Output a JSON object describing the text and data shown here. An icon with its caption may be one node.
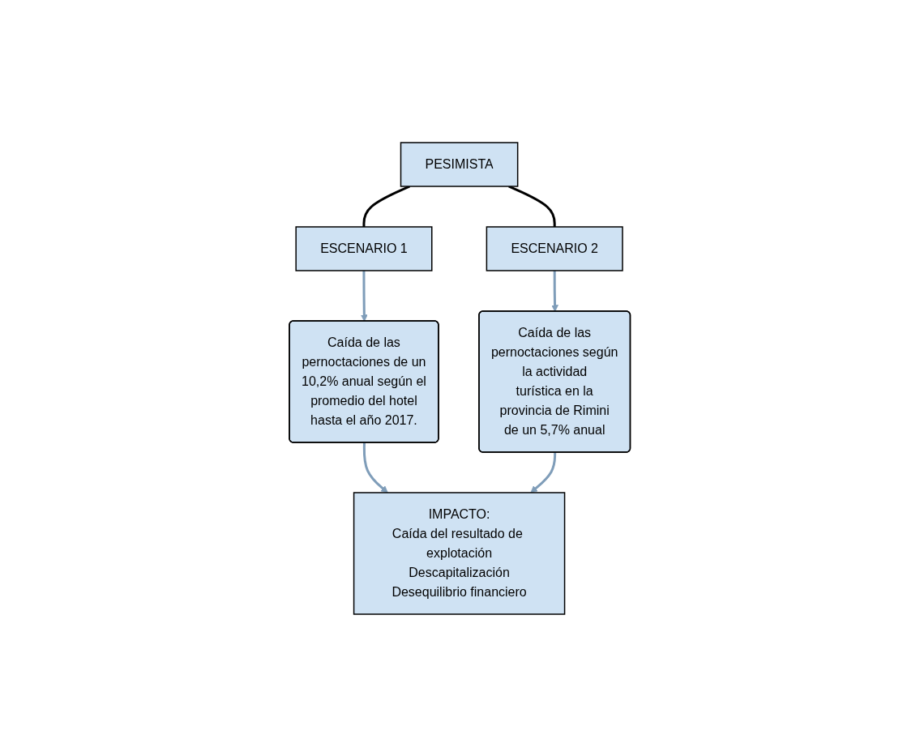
{
  "diagram": {
    "nodes": [
      {
        "text": [
          "PESIMISTA"
        ]
      },
      {
        "text": [
          "ESCENARIO 1"
        ]
      },
      {
        "text": [
          "ESCENARIO 2"
        ]
      },
      {
        "text": [
          "Caída de las pernoctaciones de un 10,2% anual según el promedio del hotel hasta el año 2017."
        ]
      },
      {
        "text": [
          "Caída de las pernoctaciones según la actividad turística en la provincia de Rimini de un 5,7% anual"
        ]
      },
      {
        "text": [
          "IMPACTO:",
          "Caída del resultado de explotación",
          "Descapitalización",
          "Desequilibrio financiero"
        ]
      }
    ],
    "edges": [
      {
        "from": 0,
        "to": 1,
        "arrow": "none",
        "color": "#000000"
      },
      {
        "from": 0,
        "to": 2,
        "arrow": "none",
        "color": "#000000"
      },
      {
        "from": 1,
        "to": 3,
        "arrow": "to"
      },
      {
        "from": 2,
        "to": 4,
        "arrow": "to"
      },
      {
        "from": 3,
        "to": 5,
        "arrow": "to"
      },
      {
        "from": 4,
        "to": 5,
        "arrow": "to"
      }
    ]
  }
}
